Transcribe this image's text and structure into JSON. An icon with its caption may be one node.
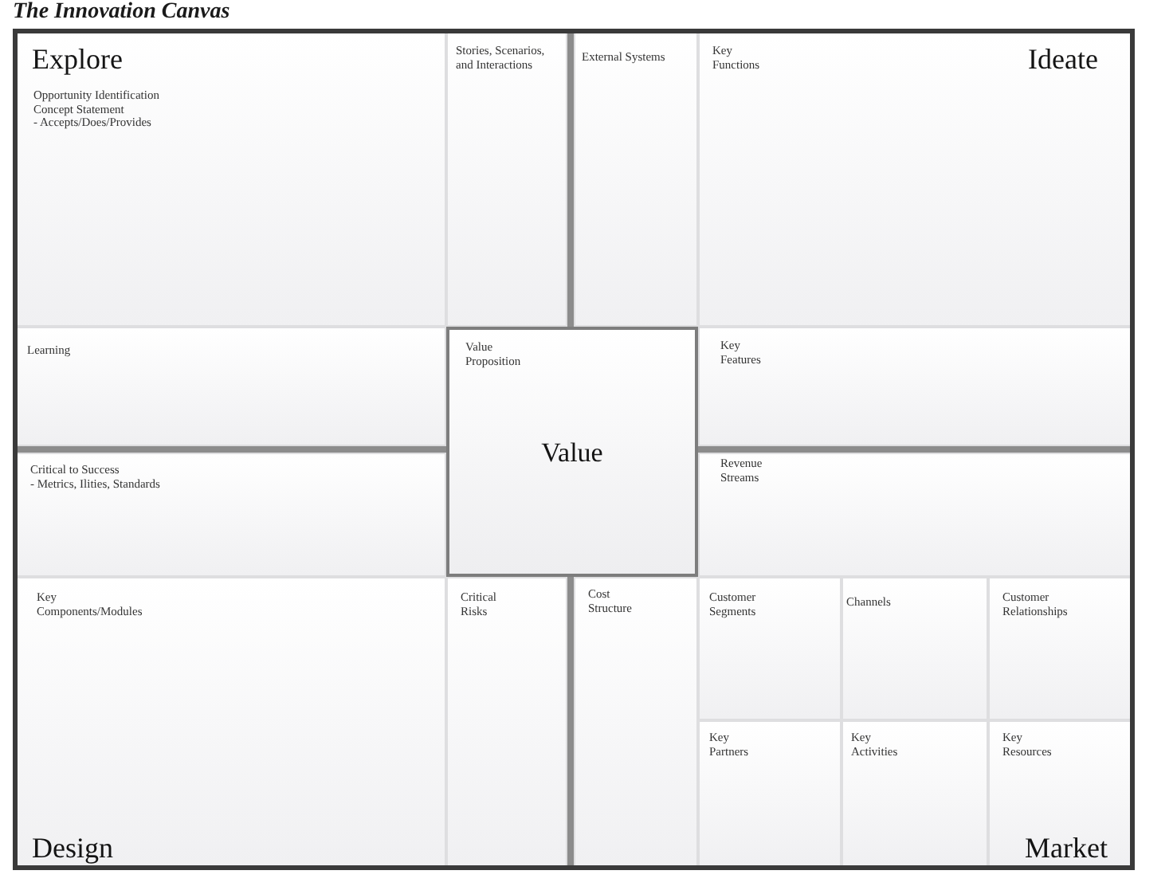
{
  "diagram": {
    "title": "The Innovation Canvas",
    "nodes": [
      {
        "text": [],
        "shape": "box"
      },
      {
        "text": [
          "Explore",
          "Opportunity Identification",
          "Concept Statement",
          "- Accepts/Does/Provides"
        ],
        "in": 0
      },
      {
        "text": [
          "Stories, Scenarios, and Interactions"
        ],
        "in": 0
      },
      {
        "text": [
          "Learning"
        ],
        "in": 0
      },
      {
        "text": [],
        "shape": "box"
      },
      {
        "text": [
          "External Systems"
        ],
        "in": 4
      },
      {
        "text": [
          "Key Functions",
          "Ideate"
        ],
        "in": 4
      },
      {
        "text": [
          "Key Features"
        ],
        "in": 4
      },
      {
        "text": [
          "Value Proposition",
          "Value"
        ]
      },
      {
        "text": [],
        "shape": "box"
      },
      {
        "text": [
          "Critical to Success",
          "- Metrics, Ilities, Standards"
        ],
        "in": 9
      },
      {
        "text": [
          "Key Components/Modules",
          "Design"
        ],
        "in": 9
      },
      {
        "text": [
          "Critical Risks"
        ],
        "in": 9
      },
      {
        "text": [],
        "shape": "box"
      },
      {
        "text": [
          "Revenue Streams"
        ],
        "in": 13
      },
      {
        "text": [
          "Cost Structure"
        ],
        "in": 13
      },
      {
        "text": [
          "Customer Segments"
        ],
        "in": 13
      },
      {
        "text": [
          "Channels"
        ],
        "in": 13
      },
      {
        "text": [
          "Customer Relationships"
        ],
        "in": 13
      },
      {
        "text": [
          "Key Partners"
        ],
        "in": 13
      },
      {
        "text": [
          "Key Activities"
        ],
        "in": 13
      },
      {
        "text": [
          "Key Resources",
          "Market"
        ],
        "in": 13
      }
    ]
  }
}
